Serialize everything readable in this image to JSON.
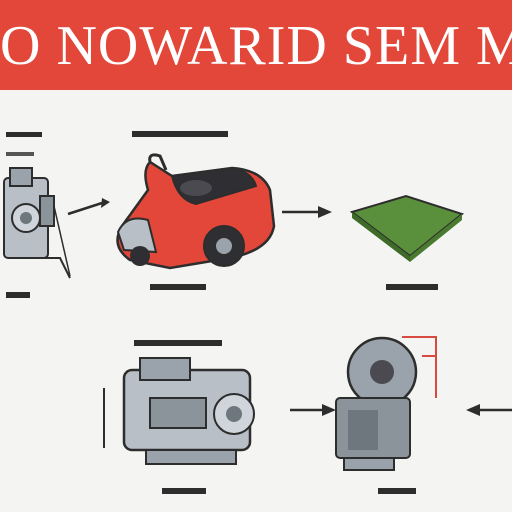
{
  "banner": {
    "title": "O NOWARID SEM MAI",
    "color": "#e2473a"
  },
  "diagram": {
    "colors": {
      "mower_body": "#e2473a",
      "engine_gray": "#9aa3ab",
      "grass": "#5a8f3c",
      "outline": "#2d2d2d",
      "accent_line": "#d94a3e"
    },
    "parts": [
      {
        "name": "engine-top-left",
        "icon": "engine-icon"
      },
      {
        "name": "lawn-mower",
        "icon": "mower-icon"
      },
      {
        "name": "grass-patch",
        "icon": "grass-icon"
      },
      {
        "name": "engine-bottom-left",
        "icon": "engine-icon"
      },
      {
        "name": "engine-bottom-right",
        "icon": "engine-icon"
      }
    ]
  }
}
